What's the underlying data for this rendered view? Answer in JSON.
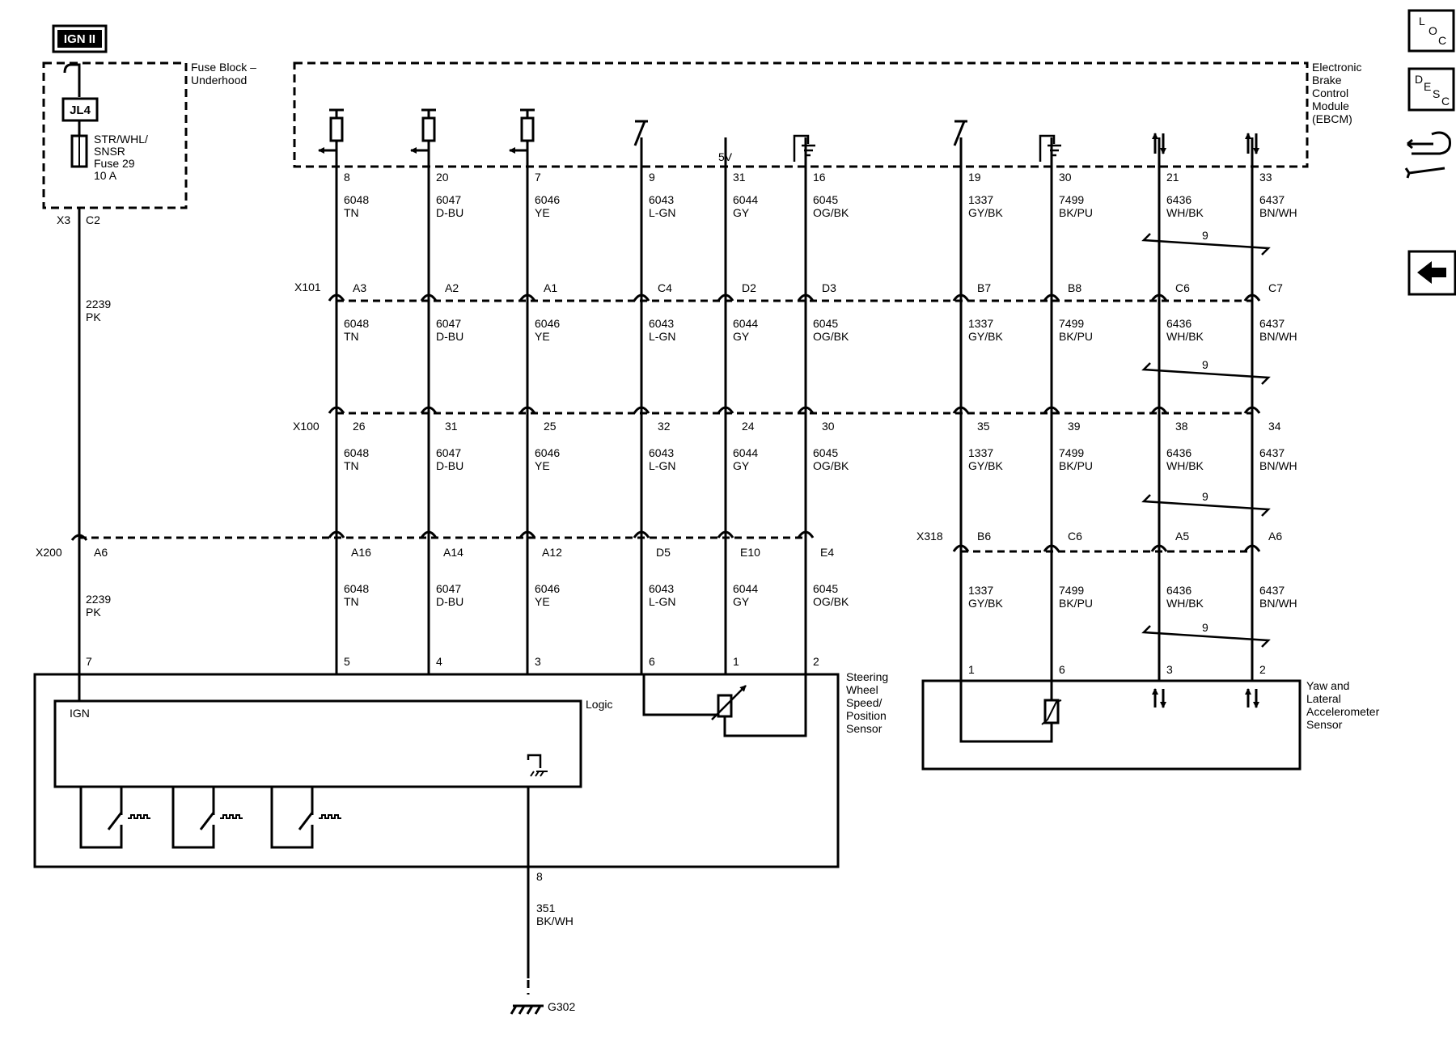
{
  "ign_label": "IGN II",
  "fuse_block": {
    "title_l1": "Fuse Block –",
    "title_l2": "Underhood",
    "jl4": "JL4",
    "fuse_l1": "STR/WHL/",
    "fuse_l2": "SNSR",
    "fuse_l3": "Fuse 29",
    "fuse_l4": "10 A",
    "conn": "X3",
    "pin": "C2"
  },
  "ebcm": {
    "l1": "Electronic",
    "l2": "Brake",
    "l3": "Control",
    "l4": "Module",
    "l5": "(EBCM)"
  },
  "five_v": "5V",
  "connectors": {
    "x101": "X101",
    "x100": "X100",
    "x200": "X200",
    "x318": "X318"
  },
  "wires": [
    {
      "id": "w8",
      "ebcm_pin": "8",
      "circuit": "6048",
      "color": "TN",
      "x101": "A3",
      "x100": "26",
      "x200": "A16",
      "dev_pin": "5"
    },
    {
      "id": "w20",
      "ebcm_pin": "20",
      "circuit": "6047",
      "color": "D-BU",
      "x101": "A2",
      "x100": "31",
      "x200": "A14",
      "dev_pin": "4"
    },
    {
      "id": "w7",
      "ebcm_pin": "7",
      "circuit": "6046",
      "color": "YE",
      "x101": "A1",
      "x100": "25",
      "x200": "A12",
      "dev_pin": "3"
    },
    {
      "id": "w9",
      "ebcm_pin": "9",
      "circuit": "6043",
      "color": "L-GN",
      "x101": "C4",
      "x100": "32",
      "x200": "D5",
      "dev_pin": "6"
    },
    {
      "id": "w31",
      "ebcm_pin": "31",
      "circuit": "6044",
      "color": "GY",
      "x101": "D2",
      "x100": "24",
      "x200": "E10",
      "dev_pin": "1"
    },
    {
      "id": "w16",
      "ebcm_pin": "16",
      "circuit": "6045",
      "color": "OG/BK",
      "x101": "D3",
      "x100": "30",
      "x200": "E4",
      "dev_pin": "2"
    },
    {
      "id": "w19",
      "ebcm_pin": "19",
      "circuit": "1337",
      "color": "GY/BK",
      "x101": "B7",
      "x100": "35",
      "x318": "B6",
      "dev_pin": "1"
    },
    {
      "id": "w30",
      "ebcm_pin": "30",
      "circuit": "7499",
      "color": "BK/PU",
      "x101": "B8",
      "x100": "39",
      "x318": "C6",
      "dev_pin": "6"
    },
    {
      "id": "w21",
      "ebcm_pin": "21",
      "circuit": "6436",
      "color": "WH/BK",
      "x101": "C6",
      "x100": "38",
      "x318": "A5",
      "dev_pin": "3"
    },
    {
      "id": "w33",
      "ebcm_pin": "33",
      "circuit": "6437",
      "color": "BN/WH",
      "x101": "C7",
      "x100": "34",
      "x318": "A6",
      "dev_pin": "2"
    }
  ],
  "ign_wire": {
    "circuit": "2239",
    "color": "PK",
    "x200": "A6",
    "dev_pin": "7"
  },
  "twist_label": "9",
  "sws": {
    "l1": "Steering",
    "l2": "Wheel",
    "l3": "Speed/",
    "l4": "Position",
    "l5": "Sensor",
    "logic": "Logic",
    "ign": "IGN"
  },
  "yaw": {
    "l1": "Yaw and",
    "l2": "Lateral",
    "l3": "Accelerometer",
    "l4": "Sensor"
  },
  "ground": {
    "pin": "8",
    "circuit": "351",
    "color": "BK/WH",
    "name": "G302"
  },
  "nav": {
    "loc": [
      "L",
      "O",
      "C"
    ],
    "desc": [
      "D",
      "E",
      "S",
      "C"
    ]
  }
}
